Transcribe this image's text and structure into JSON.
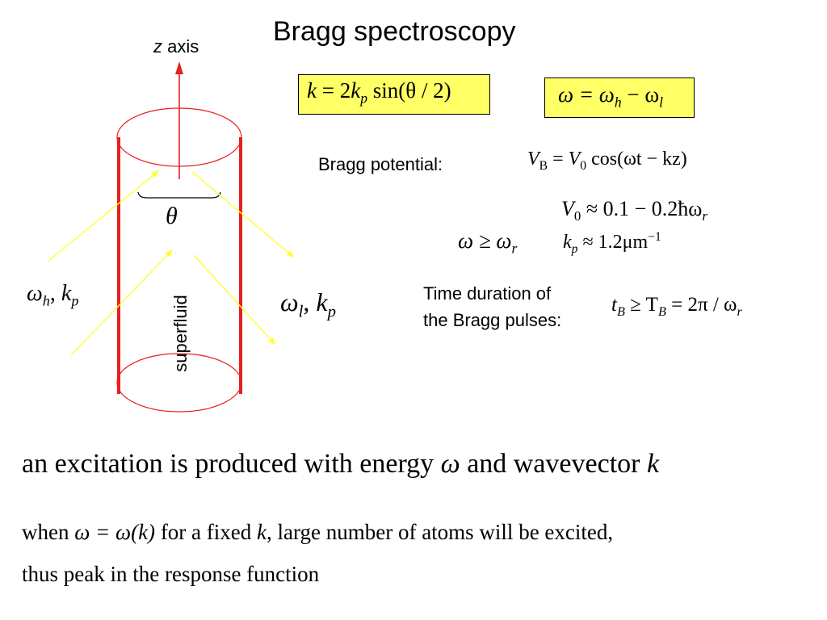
{
  "title": "Bragg spectroscopy",
  "z_axis": {
    "var": "z",
    "text": "axis"
  },
  "superfluid_label": "superfluid",
  "theta_symbol": "θ",
  "incoming_beam": {
    "omega": "ω",
    "sub": "h",
    "sep": ", ",
    "k": "k",
    "ksub": "p"
  },
  "outgoing_beam": {
    "omega": "ω",
    "sub": "l",
    "sep": ", ",
    "k": "k",
    "ksub": "p"
  },
  "formula_k": {
    "lhs": "k",
    "eq": " = 2",
    "k": "k",
    "sub": "p",
    "rest": " sin(θ / 2)"
  },
  "formula_omega": {
    "lhs": "ω = ω",
    "sub1": "h",
    "mid": " − ω",
    "sub2": "l"
  },
  "bragg_potential": {
    "label": "Bragg potential:",
    "V": "V",
    "Vsub": "B",
    "eq": " = ",
    "V0": "V",
    "V0sub": "0",
    "rest": " cos(ωt − kz)"
  },
  "v0_relation": {
    "V": "V",
    "sub": "0",
    "rest": " ≈ 0.1 − 0.2ħω",
    "rsub": "r"
  },
  "omega_relation": {
    "text": "ω ≥ ω",
    "sub": "r"
  },
  "kp_relation": {
    "k": "k",
    "sub": "p",
    "rest": " ≈ 1.2μm",
    "sup": "−1"
  },
  "time_duration": {
    "line1": "Time duration of",
    "line2": "the Bragg pulses:",
    "t": "t",
    "tsub": "B",
    "ge": " ≥ T",
    "Tsub": "B",
    "rest": " = 2π / ω",
    "rsub": "r"
  },
  "statement": {
    "part1": "an excitation is produced with energy ",
    "omega": "ω",
    "part2": " and wavevector ",
    "k": "k"
  },
  "condition": {
    "when": "when ",
    "eq": "ω = ω(k)",
    "mid": " for a fixed ",
    "k": "k",
    "rest": ", large number of atoms will be excited,"
  },
  "conclusion": "thus peak in the response function",
  "colors": {
    "cylinder": "#e8201c",
    "axis": "#e8201c",
    "beam": "#ffff33",
    "box": "#ffff66"
  }
}
